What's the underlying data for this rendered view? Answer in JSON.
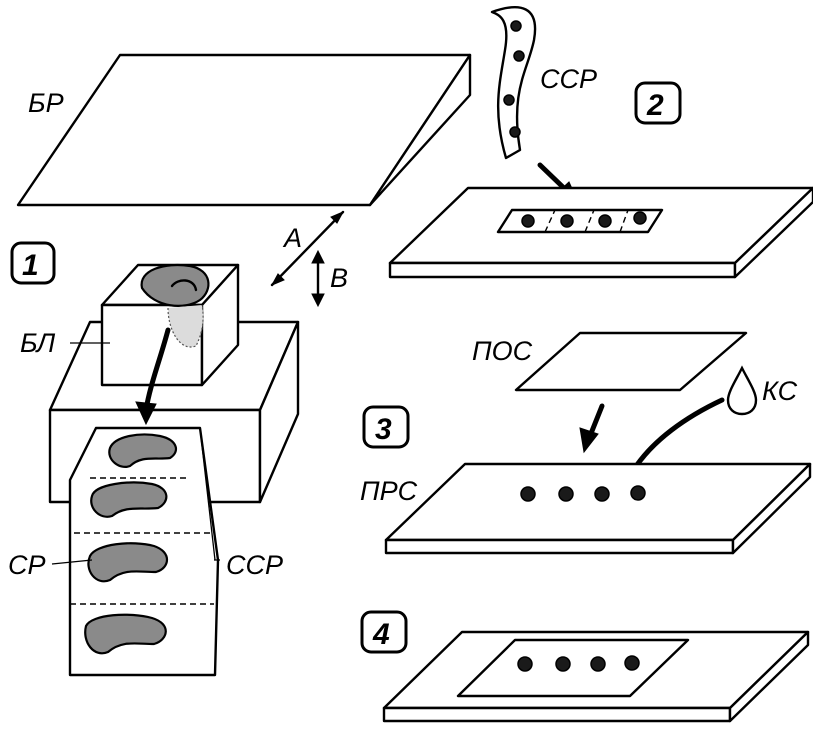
{
  "labels": {
    "blade": "БР",
    "ribbon_top": "ССР",
    "block": "БЛ",
    "section": "СР",
    "ribbon_left": "ССР",
    "coverslip": "ПОС",
    "medium": "КС",
    "slide": "ПРС",
    "dir_a": "А",
    "dir_b": "В"
  },
  "steps": [
    "1",
    "2",
    "3",
    "4"
  ]
}
